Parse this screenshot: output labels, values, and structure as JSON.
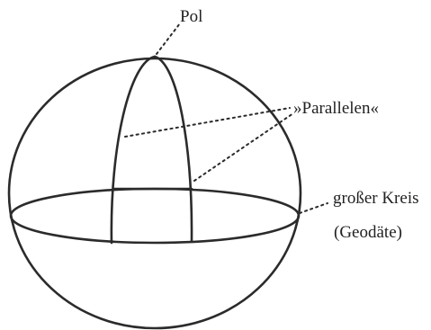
{
  "labels": {
    "pole": "Pol",
    "parallels": "»Parallelen«",
    "great_circle": "großer Kreis",
    "geodesic": "(Geodäte)"
  },
  "colors": {
    "ink": "#2b2b2b",
    "background": "#ffffff"
  }
}
